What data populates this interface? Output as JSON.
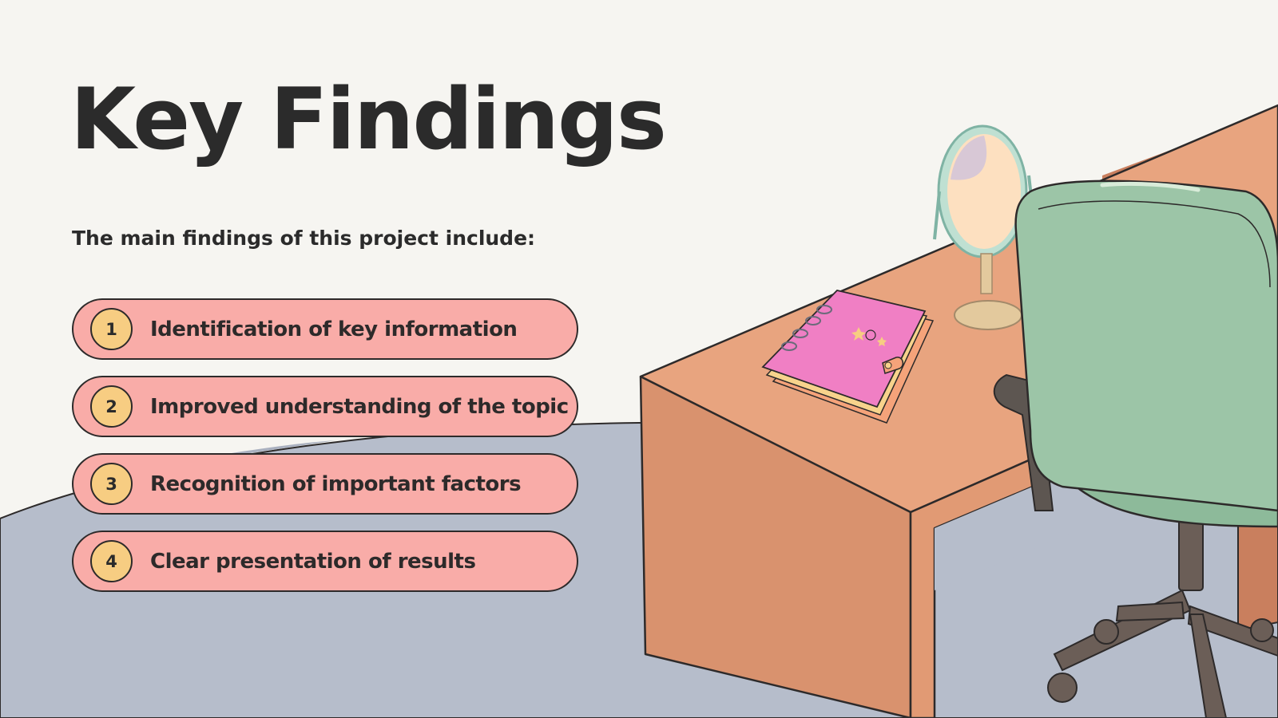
{
  "slide": {
    "title": "Key Findings",
    "subtitle": "The main findings of this project include:",
    "findings": [
      {
        "number": "1",
        "text": "Identification of key information"
      },
      {
        "number": "2",
        "text": "Improved understanding of the topic"
      },
      {
        "number": "3",
        "text": "Recognition of important factors"
      },
      {
        "number": "4",
        "text": "Clear presentation of results"
      }
    ]
  },
  "illustration": {
    "objects": [
      "desk",
      "office-chair",
      "mirror",
      "planner-notebook",
      "floor"
    ],
    "colors": {
      "background": "#f6f5f1",
      "floor": "#b6bdcb",
      "desk_top": "#e8a47f",
      "desk_side": "#d9926e",
      "chair": "#9cc5a7",
      "pill": "#f9aca8",
      "badge": "#f7cd82",
      "notebook": "#f07fc4",
      "outline": "#2d2a2a"
    }
  }
}
